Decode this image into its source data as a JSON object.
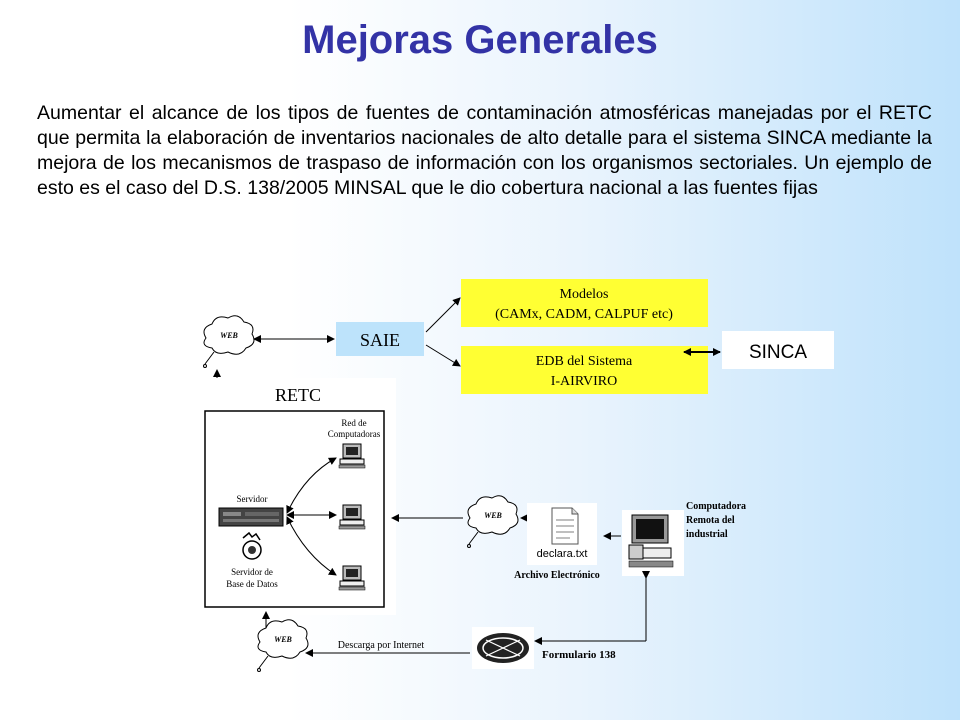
{
  "slide": {
    "title": "Mejoras Generales",
    "paragraph": "Aumentar el alcance de los tipos de fuentes de contaminación atmosféricas manejadas por el RETC que permita la elaboración de inventarios nacionales de alto detalle para el sistema SINCA mediante la mejora de los mecanismos de traspaso de información con los organismos sectoriales. Un ejemplo de esto es el caso del D.S. 138/2005 MINSAL que le dio cobertura nacional a las fuentes fijas"
  },
  "diagram": {
    "saie": "SAIE",
    "modelos_line1": "Modelos",
    "modelos_line2": "(CAMx, CADM, CALPUF etc)",
    "edb_line1": "EDB del Sistema",
    "edb_line2": "I-AIRVIRO",
    "sinca": "SINCA",
    "retc": "RETC",
    "red_line1": "Red de",
    "red_line2": "Computadoras",
    "servidor": "Servidor",
    "servidor_bd_line1": "Servidor de",
    "servidor_bd_line2": "Base de Datos",
    "web": "WEB",
    "archivo_name": "declara.txt",
    "archivo_caption": "Archivo Electrónico",
    "computadora_line1": "Computadora",
    "computadora_line2": "Remota del",
    "computadora_line3": "industrial",
    "descarga": "Descarga por Internet",
    "formulario": "Formulario 138"
  },
  "colors": {
    "title": "#3333a6",
    "yellow_box": "#ffff33",
    "saie_box": "#bde3fb",
    "background_right": "#bfe2fb"
  }
}
